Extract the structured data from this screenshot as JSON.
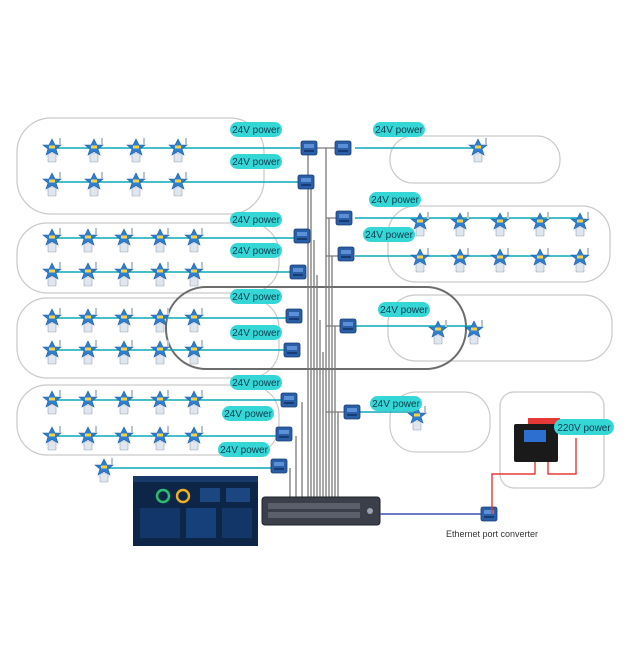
{
  "labels": {
    "power_24v": "24V power",
    "power_220v": "220V power",
    "converter": "Ethernet port converter"
  },
  "colors": {
    "pill": "#35d6d6",
    "bus_cable": "#0aa9b8",
    "trunk": "#7a7a7a",
    "group_outline": "#c9c9c9",
    "highlight_outline": "#6c6c6c",
    "detector_body": "#2f7fd0",
    "module_body": "#2a5fa8",
    "switch_body": "#3a3f4a",
    "red_wire": "#e53935",
    "blue_wire": "#3f51b5"
  },
  "icons": {
    "detector": "gas-detector-icon",
    "module": "wireless-module-icon",
    "switch": "network-switch-icon",
    "power_box": "power-box-icon",
    "monitor": "monitoring-dashboard-icon"
  }
}
